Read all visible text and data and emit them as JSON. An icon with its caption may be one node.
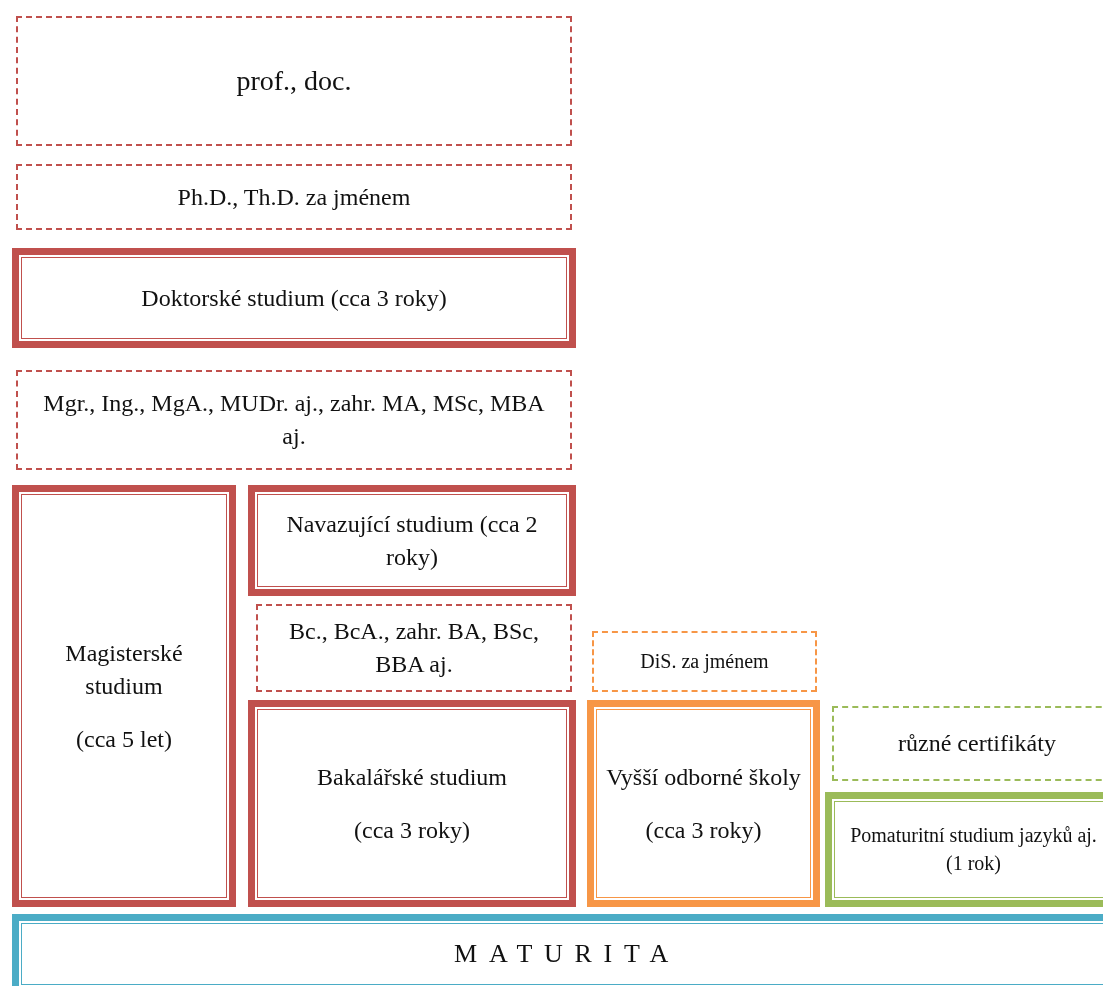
{
  "diagram": {
    "nodes": [
      {
        "text": [
          "prof., doc."
        ]
      },
      {
        "text": [
          "Ph.D., Th.D. za jménem"
        ]
      },
      {
        "text": [
          "Doktorské studium (cca 3 roky)"
        ]
      },
      {
        "text": [
          "Mgr., Ing., MgA., MUDr. aj., zahr. MA, MSc, MBA aj."
        ]
      },
      {
        "text": [
          "Magisterské studium",
          "(cca 5 let)"
        ]
      },
      {
        "text": [
          "Navazující studium (cca 2 roky)"
        ]
      },
      {
        "text": [
          "Bc., BcA., zahr. BA, BSc, BBA aj."
        ]
      },
      {
        "text": [
          "DiS. za jménem"
        ]
      },
      {
        "text": [
          "Bakalářské studium",
          "(cca 3 roky)"
        ]
      },
      {
        "text": [
          "Vyšší odborné školy",
          "(cca 3 roky)"
        ]
      },
      {
        "text": [
          "různé certifikáty"
        ]
      },
      {
        "text": [
          "Pomaturitní studium jazyků aj. (1 rok)"
        ]
      },
      {
        "text": [
          "MATURITA"
        ]
      }
    ],
    "edges": []
  }
}
